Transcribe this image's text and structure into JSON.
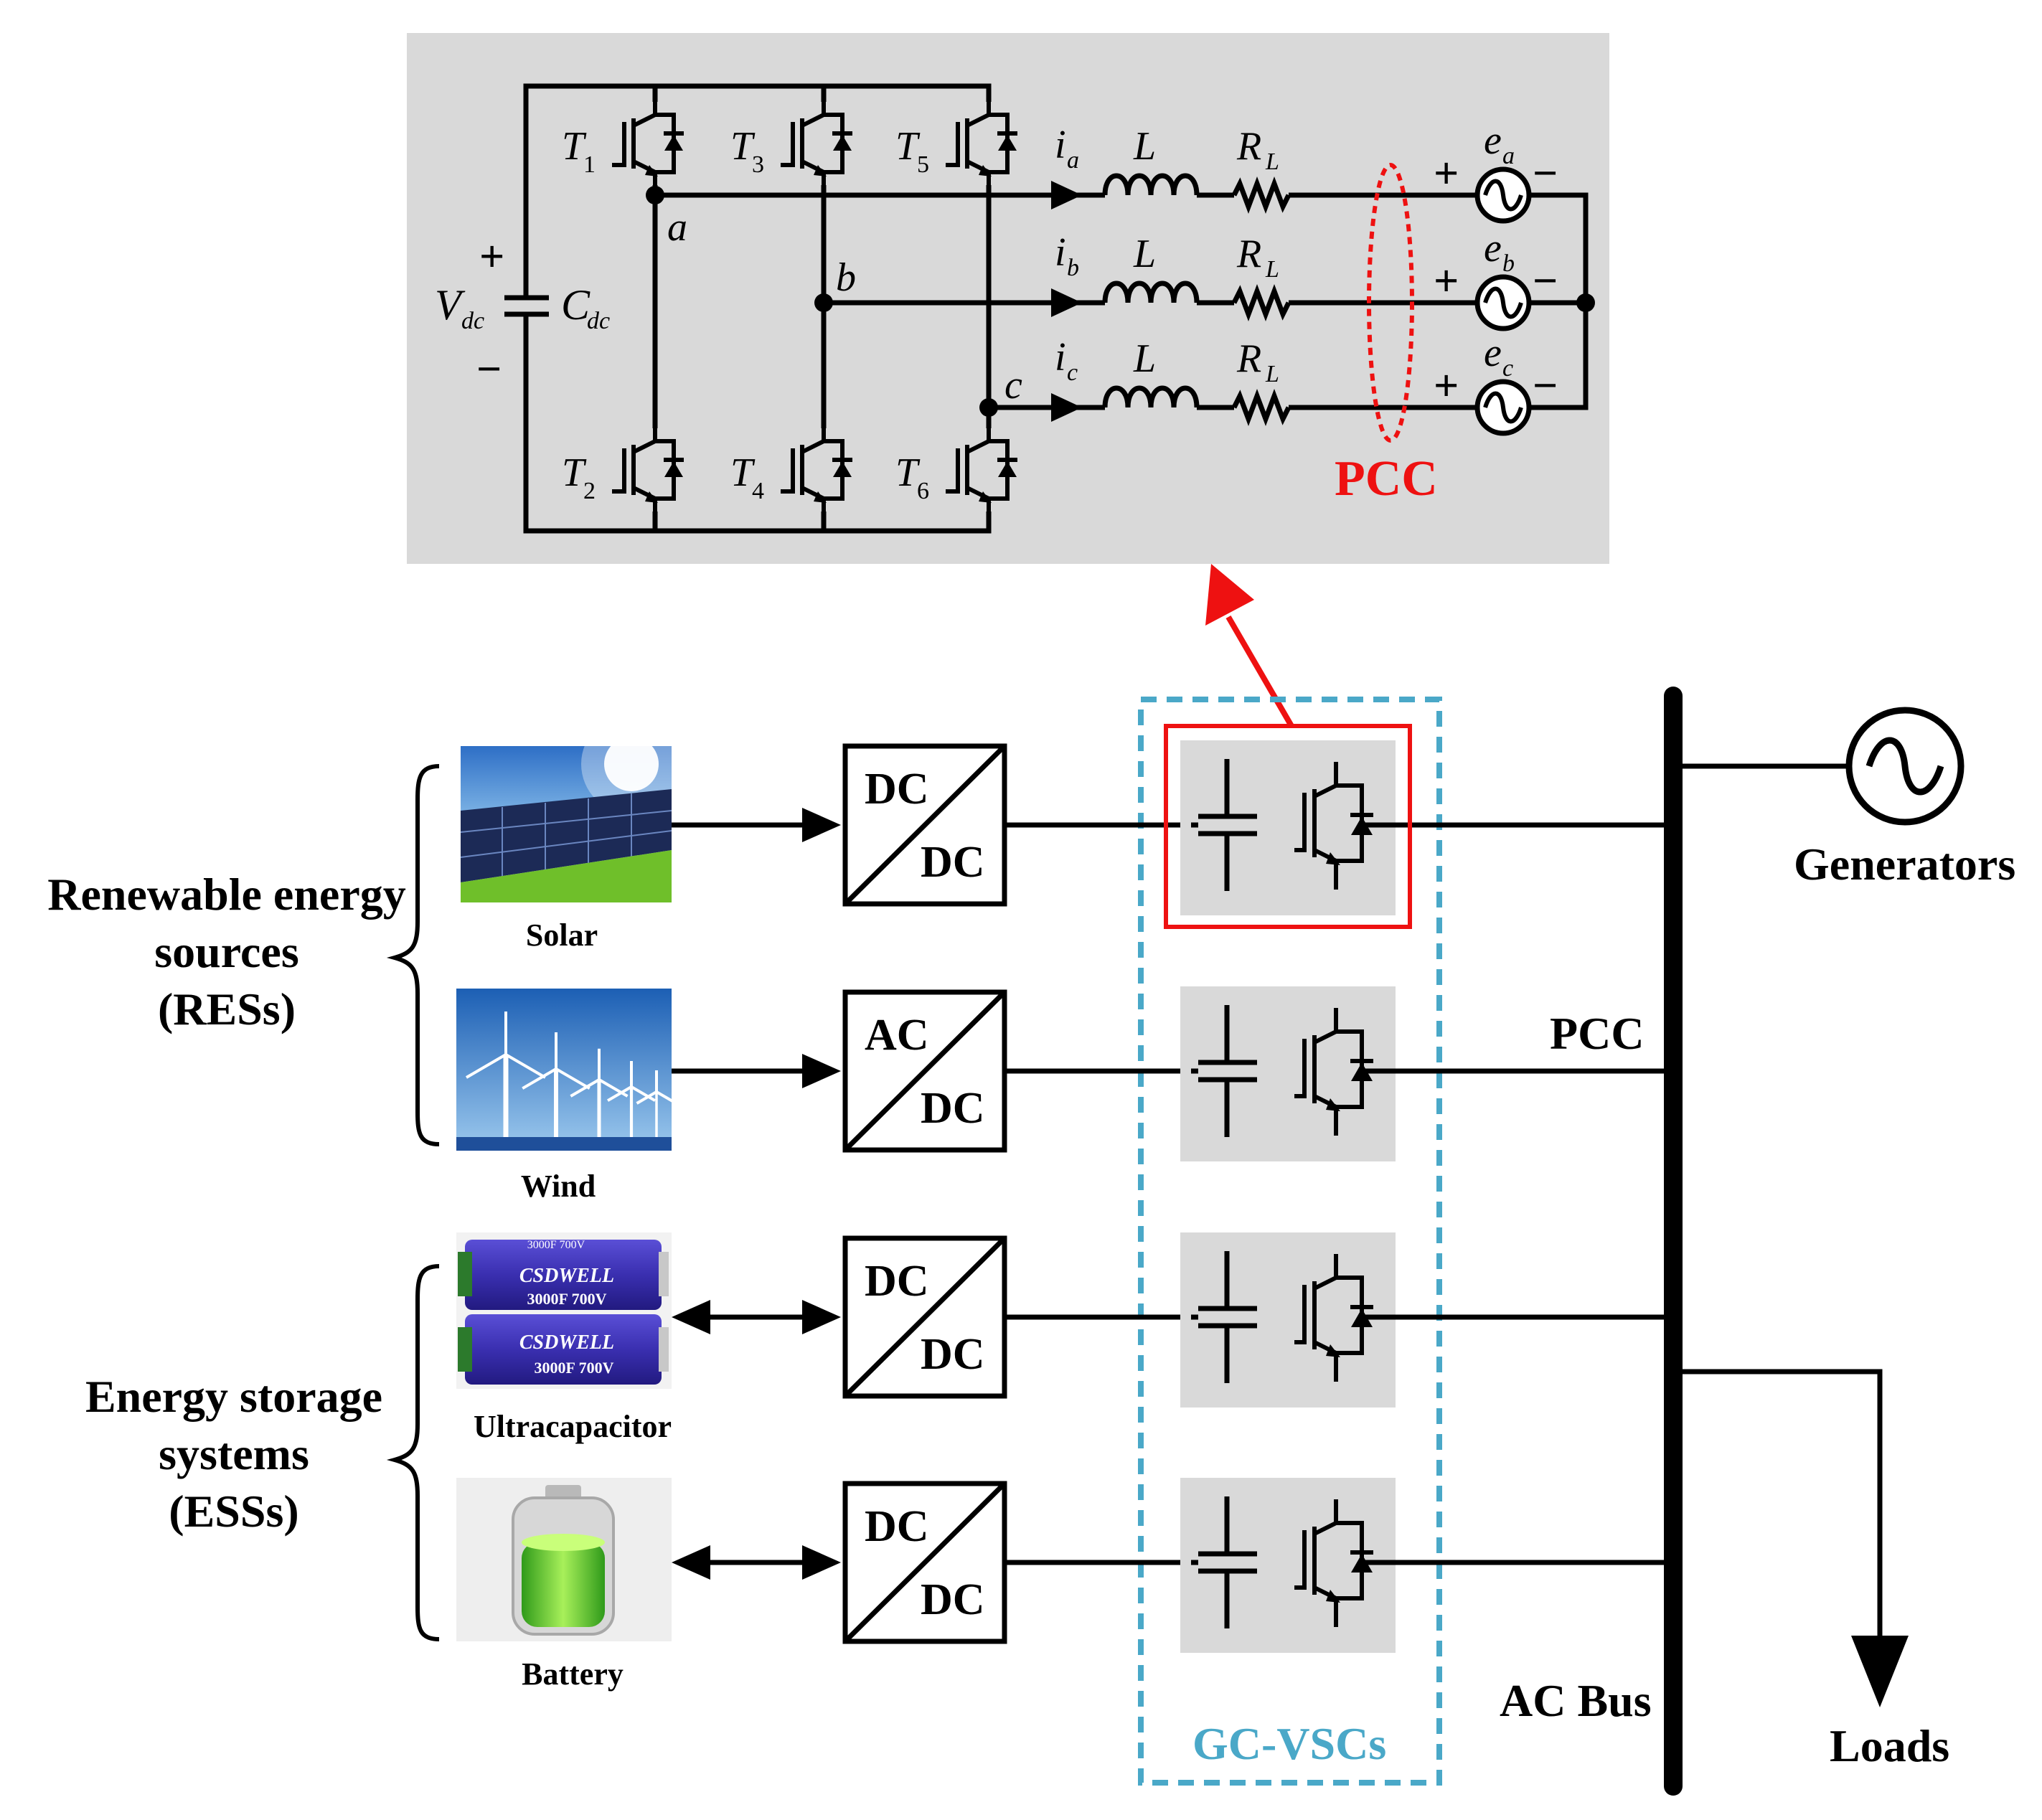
{
  "circuit": {
    "vdc": "V",
    "vdc_sub": "dc",
    "cdc": "C",
    "cdc_sub": "dc",
    "plus": "+",
    "minus": "−",
    "switches": [
      {
        "t": "T",
        "n": "1"
      },
      {
        "t": "T",
        "n": "3"
      },
      {
        "t": "T",
        "n": "5"
      },
      {
        "t": "T",
        "n": "2"
      },
      {
        "t": "T",
        "n": "4"
      },
      {
        "t": "T",
        "n": "6"
      }
    ],
    "nodes": [
      "a",
      "b",
      "c"
    ],
    "phases": [
      {
        "i": "i",
        "i_sub": "a",
        "L": "L",
        "R": "R",
        "R_sub": "L",
        "e": "e",
        "e_sub": "a"
      },
      {
        "i": "i",
        "i_sub": "b",
        "L": "L",
        "R": "R",
        "R_sub": "L",
        "e": "e",
        "e_sub": "b"
      },
      {
        "i": "i",
        "i_sub": "c",
        "L": "L",
        "R": "R",
        "R_sub": "L",
        "e": "e",
        "e_sub": "c"
      }
    ],
    "pcc_label": "PCC"
  },
  "system": {
    "res_group": [
      "Renewable energy",
      "sources",
      "(RESs)"
    ],
    "ess_group": [
      "Energy storage",
      "systems",
      "(ESSs)"
    ],
    "sources": [
      {
        "label": "Solar",
        "conv_top": "DC",
        "conv_bottom": "DC",
        "bidirectional": false
      },
      {
        "label": "Wind",
        "conv_top": "AC",
        "conv_bottom": "DC",
        "bidirectional": false
      },
      {
        "label": "Ultracapacitor",
        "conv_top": "DC",
        "conv_bottom": "DC",
        "bidirectional": true,
        "cap_text": [
          "3000F  700V",
          "CSDWELL",
          "3000F  700V",
          "CSDWELL",
          "3000F  700V"
        ]
      },
      {
        "label": "Battery",
        "conv_top": "DC",
        "conv_bottom": "DC",
        "bidirectional": true
      }
    ],
    "gcvsc_label": "GC-VSCs",
    "pcc_label": "PCC",
    "generators_label": "Generators",
    "acbus_label": "AC Bus",
    "loads_label": "Loads"
  },
  "colors": {
    "panel_gray": "#d9d9d9",
    "pcc_red": "#ee1111",
    "gcvsc_blue": "#4aa8c8",
    "line": "#000000"
  }
}
